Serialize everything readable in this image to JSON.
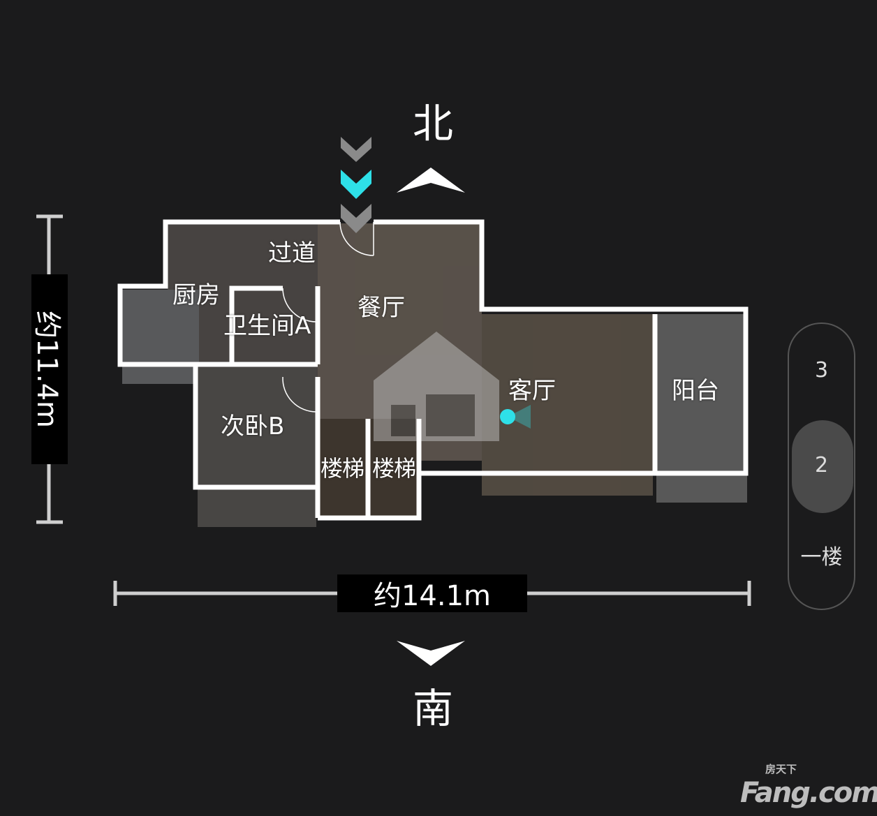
{
  "compass": {
    "north": "北",
    "south": "南"
  },
  "rooms": {
    "corridor": "过道",
    "kitchen": "厨房",
    "bathroom_a": "卫生间A",
    "dining": "餐厅",
    "living": "客厅",
    "balcony": "阳台",
    "bedroom_b": "次卧B",
    "stairs_1": "楼梯",
    "stairs_2": "楼梯"
  },
  "dimensions": {
    "height": "约11.4m",
    "width": "约14.1m"
  },
  "floor_selector": {
    "items": [
      "3",
      "2",
      "一楼"
    ],
    "selected": "2"
  },
  "colors": {
    "accent": "#2ee0e8",
    "wall": "#ffffff",
    "background": "#1b1b1c"
  },
  "watermark": {
    "brand_cn": "房天下",
    "brand": "Fang.com"
  }
}
